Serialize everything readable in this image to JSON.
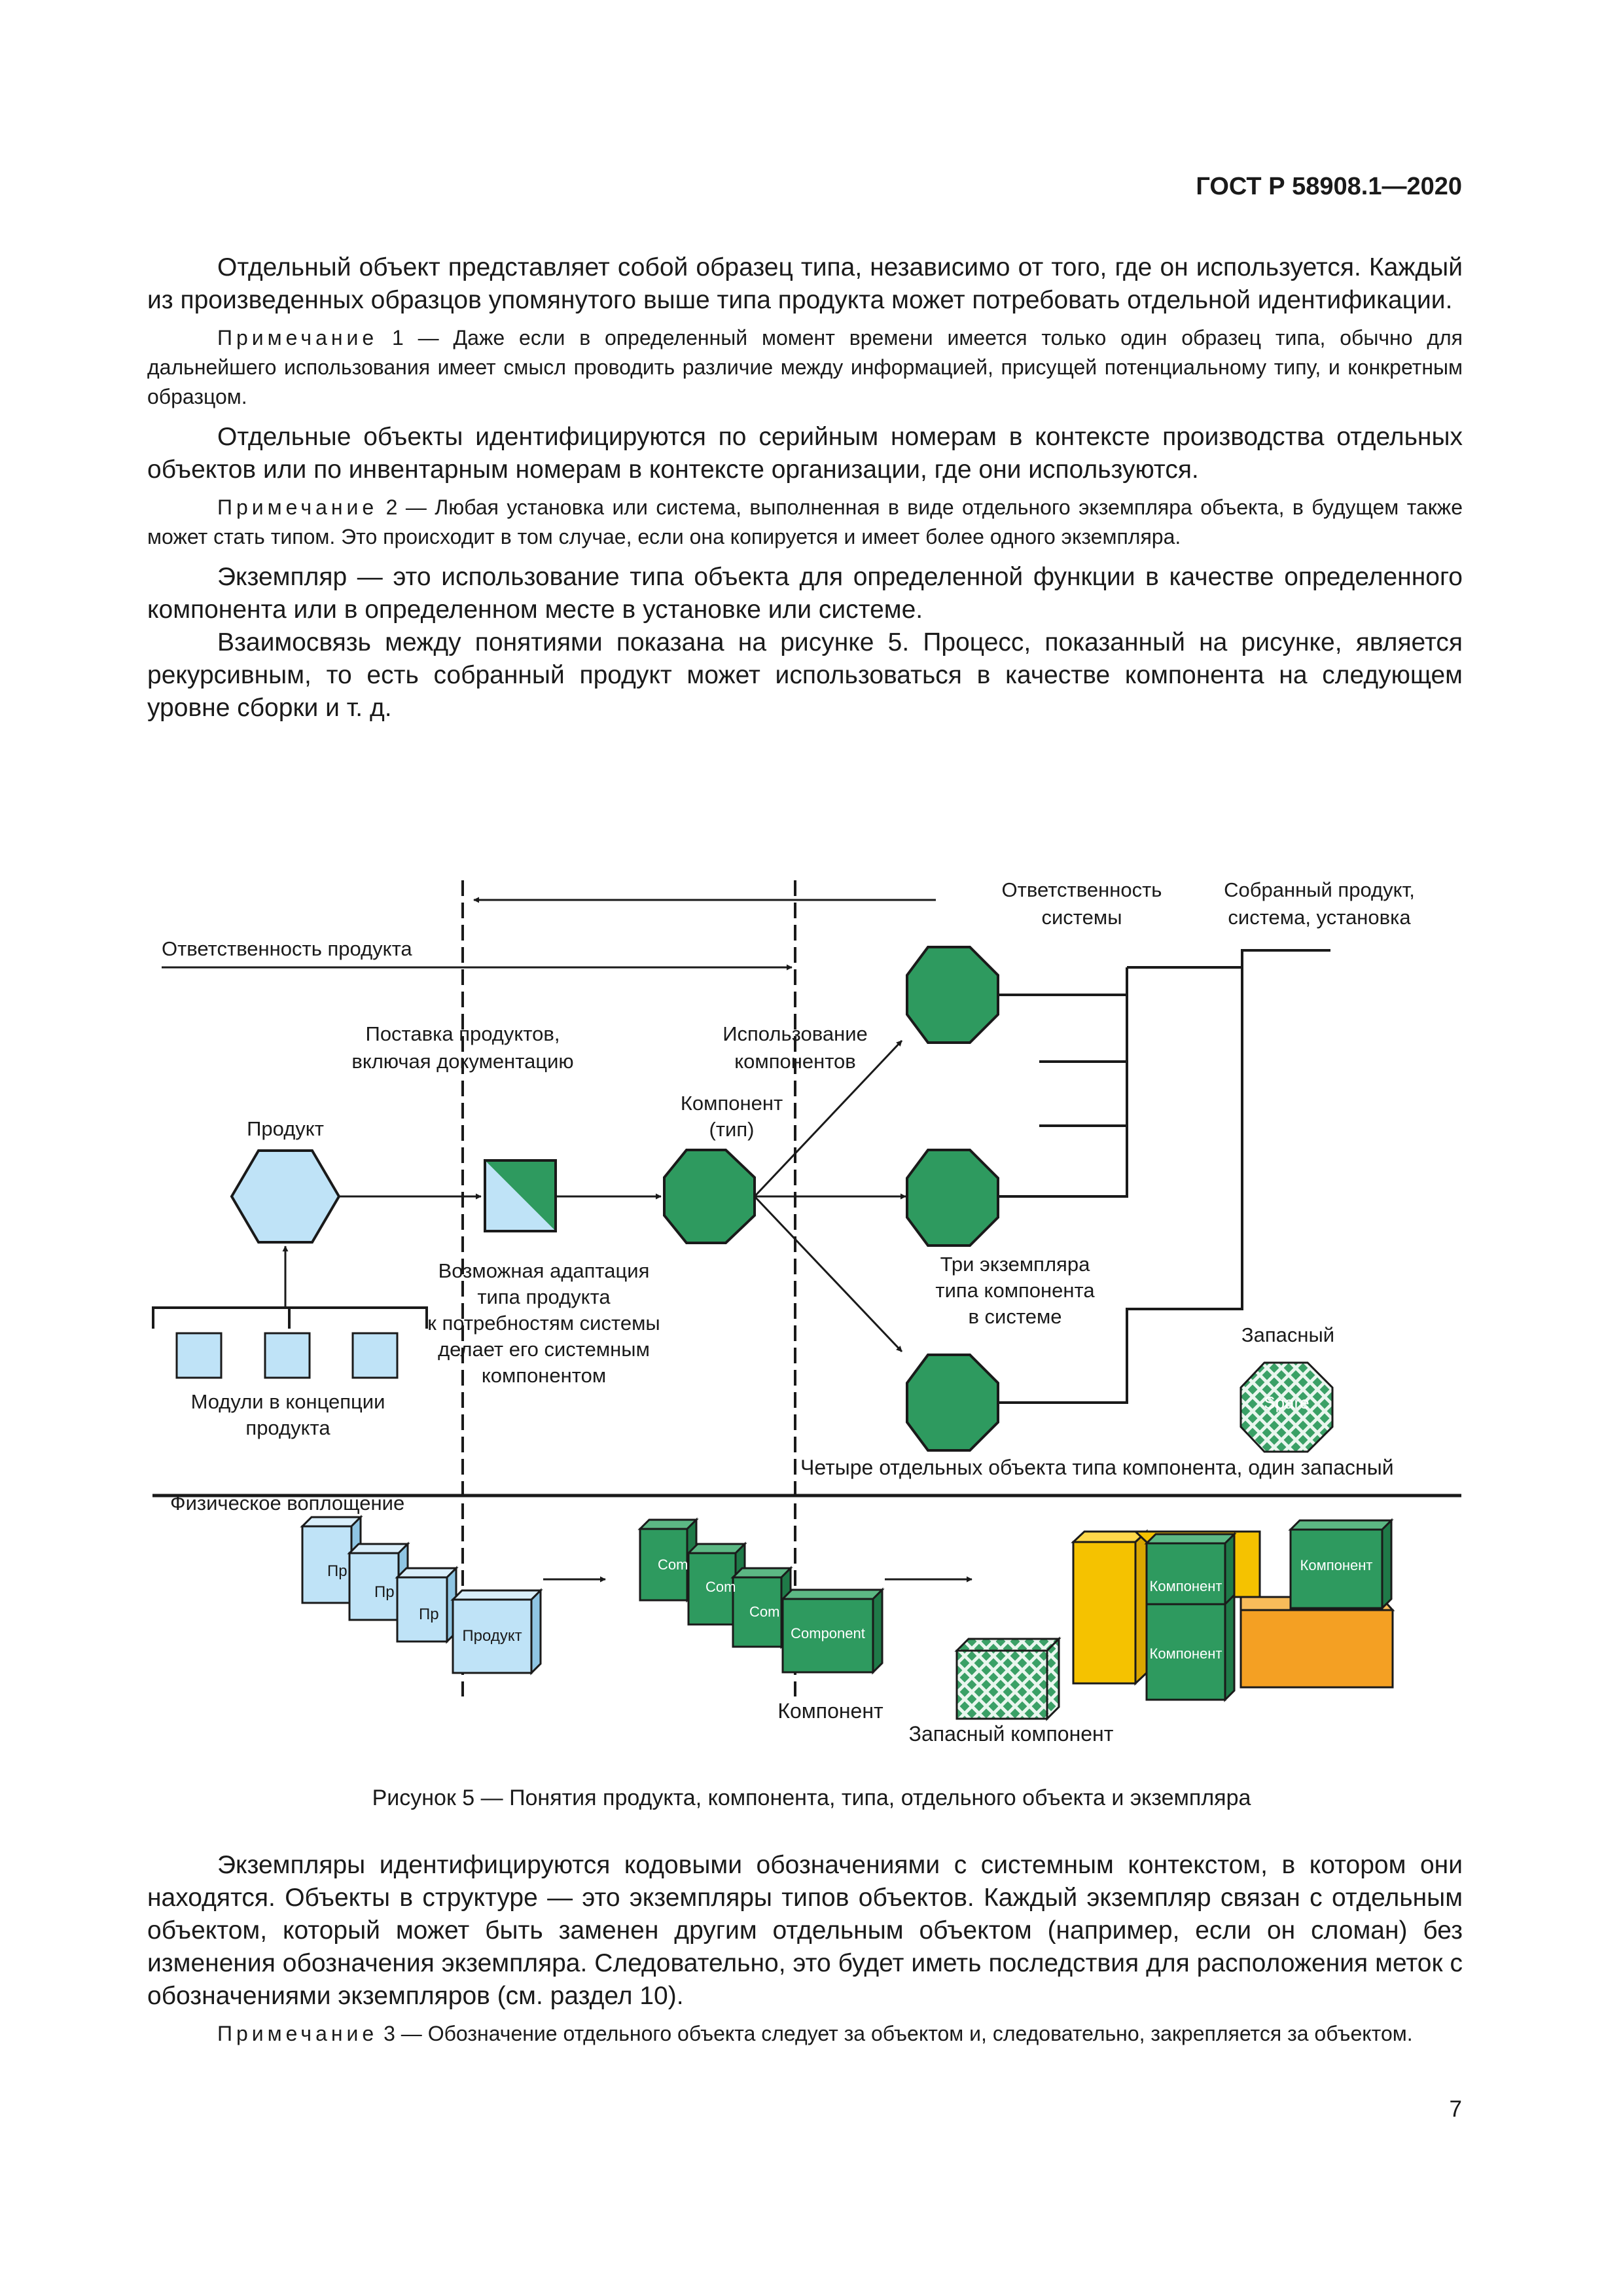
{
  "header": {
    "doc_id": "ГОСТ Р 58908.1—2020"
  },
  "body_top": {
    "p1": "Отдельный объект представляет собой образец типа, независимо от того, где он используется. Каждый из произведенных образцов упомянутого выше типа продукта может потребовать отдельной идентификации.",
    "note1_label": "Примечание",
    "note1_text": " 1 — Даже если в определенный момент времени имеется только один образец типа, обычно для дальнейшего использования имеет смысл проводить различие между информацией, присущей потенциальному типу, и конкретным образцом.",
    "p2": "Отдельные объекты идентифицируются по серийным номерам в контексте производства отдельных объектов или по инвентарным номерам в контексте организации, где они используются.",
    "note2_label": "Примечание",
    "note2_text": " 2 — Любая установка или система, выполненная в виде отдельного экземпляра объекта, в будущем также может стать типом. Это происходит в том случае, если она копируется и имеет более одного экземпляра.",
    "p3": "Экземпляр — это использование типа объекта для определенной функции в качестве определенного компонента или в определенном месте в установке или системе.",
    "p4": "Взаимосвязь между понятиями показана на рисунке 5. Процесс, показанный на рисунке, является рекурсивным, то есть собранный продукт может использоваться в качестве компонента на следующем уровне сборки и т. д."
  },
  "figure": {
    "label_system_responsibility_1": "Ответственность",
    "label_system_responsibility_2": "системы",
    "label_assembled_1": "Собранный продукт,",
    "label_assembled_2": "система, установка",
    "label_product_responsibility": "Ответственность продукта",
    "label_supply_1": "Поставка продуктов,",
    "label_supply_2": "включая документацию",
    "label_use_1": "Использование",
    "label_use_2": "компонентов",
    "label_component_type_1": "Компонент",
    "label_component_type_2": "(тип)",
    "label_product": "Продукт",
    "label_adapt_1": "Возможная адаптация",
    "label_adapt_2": "типа продукта",
    "label_adapt_3": "к потребностям системы",
    "label_adapt_4": "делает его системным",
    "label_adapt_5": "компонентом",
    "label_three_1": "Три экземпляра",
    "label_three_2": "типа компонента",
    "label_three_3": "в системе",
    "label_spare": "Запасный",
    "label_spare_inner": "Spare",
    "label_modules_1": "Модули в концепции",
    "label_modules_2": "продукта",
    "label_four": "Четыре отдельных объекта типа компонента, один запасный",
    "label_physical": "Физическое воплощение",
    "cube_pr": "Пр",
    "cube_product": "Продукт",
    "cube_com": "Com",
    "cube_component_en": "Component",
    "label_component": "Компонент",
    "label_spare_component": "Запасный компонент",
    "cube_component_ru": "Компонент",
    "colors": {
      "product_fill": "#bfe3f7",
      "component_fill": "#2e9a5f",
      "yellow": "#f5c200",
      "orange": "#f4a023"
    }
  },
  "caption": "Рисунок 5 — Понятия продукта, компонента, типа, отдельного объекта и экземпляра",
  "body_bottom": {
    "p5": "Экземпляры идентифицируются кодовыми обозначениями с системным контекстом, в котором они находятся. Объекты в структуре — это экземпляры типов объектов. Каждый экземпляр связан с отдельным объектом, который может быть заменен другим отдельным объектом (например, если он сломан) без изменения обозначения экземпляра. Следовательно, это будет иметь последствия для расположения меток с обозначениями экземпляров (см. раздел 10).",
    "note3_label": "Примечание",
    "note3_text": " 3 — Обозначение отдельного объекта следует за объектом и, следовательно, закрепляется за объектом."
  },
  "page_number": "7"
}
